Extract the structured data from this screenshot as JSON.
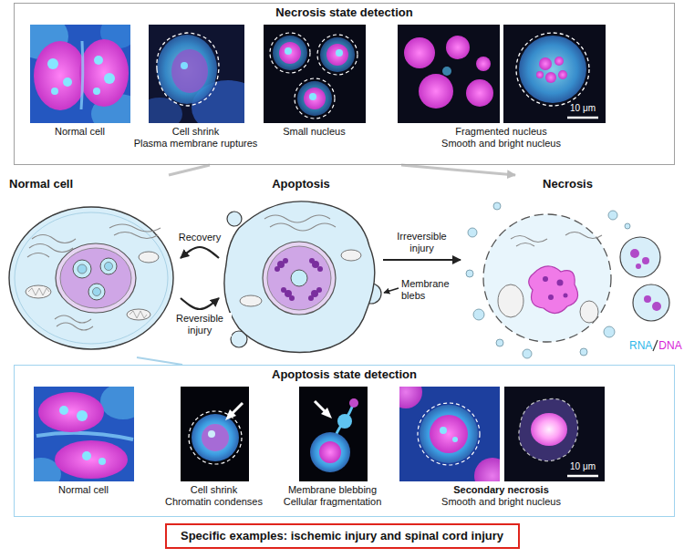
{
  "diagram": {
    "nodes": [
      {
        "text": [
          "Necrosis state detection"
        ]
      },
      {
        "text": [
          "Normal cell"
        ],
        "in": 0
      },
      {
        "text": [
          "Cell shrink",
          "Plasma membrane ruptures"
        ],
        "in": 0
      },
      {
        "text": [
          "Small nucleus"
        ],
        "in": 0
      },
      {
        "text": [
          "Fragmented nucleus",
          "Smooth and bright nucleus"
        ],
        "in": 0
      },
      {
        "text": [
          "Normal cell"
        ]
      },
      {
        "text": [
          "Apoptosis"
        ]
      },
      {
        "text": [
          "Necrosis"
        ]
      },
      {
        "text": [
          "Apoptosis state detection"
        ]
      },
      {
        "text": [
          "Normal cell"
        ],
        "in": 8
      },
      {
        "text": [
          "Cell shrink",
          "Chromatin condenses"
        ],
        "in": 8
      },
      {
        "text": [
          "Membrane blebbing",
          "Cellular fragmentation"
        ],
        "in": 8
      },
      {
        "text": [
          "Secondary necrosis",
          "Smooth and bright nucleus"
        ],
        "in": 8
      },
      {
        "text": [
          "Specific examples: ischemic injury and spinal cord injury"
        ]
      }
    ],
    "edges": [
      {
        "from": 6,
        "to": 5,
        "arrow": "to",
        "label": "Recovery"
      },
      {
        "from": 5,
        "to": 6,
        "arrow": "to",
        "label": "Reversible injury"
      },
      {
        "from": 6,
        "to": 7,
        "arrow": "to",
        "label": "Irreversible injury"
      },
      {
        "from": 0,
        "to": 5,
        "arrow": "none"
      },
      {
        "from": 0,
        "to": 7,
        "arrow": "to"
      },
      {
        "from": 5,
        "to": 8,
        "arrow": "none"
      }
    ],
    "labels": [
      "10 μm",
      "Membrane blebs",
      "10 μm"
    ],
    "legend": [
      {
        "text": "RNA",
        "color": "#2fb7ea"
      },
      {
        "text": "DNA",
        "color": "#d81ed8"
      }
    ]
  }
}
